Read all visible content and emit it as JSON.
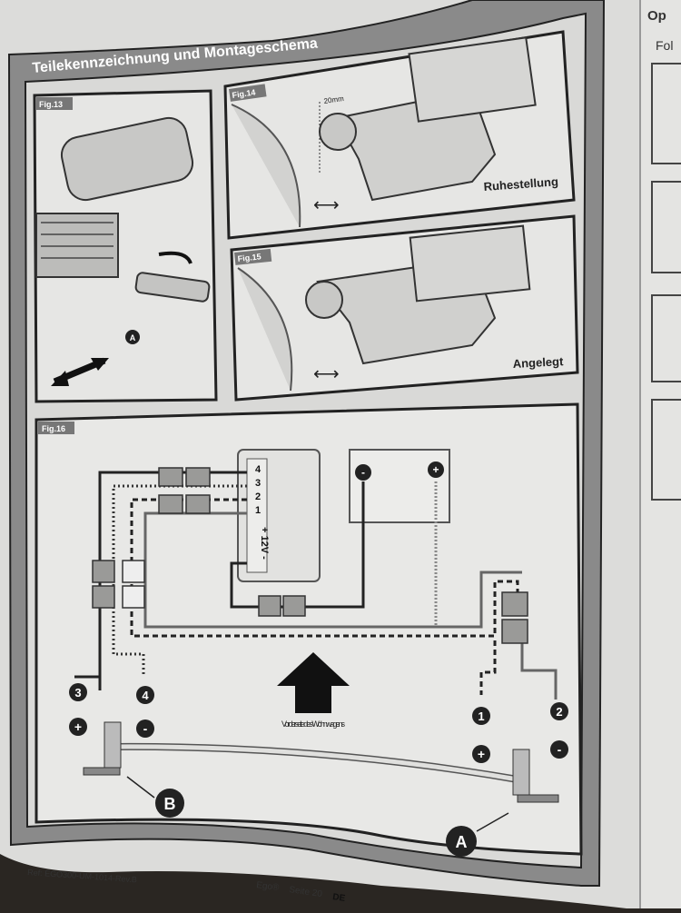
{
  "header": {
    "title": "Teilekennzeichnung und Montageschema"
  },
  "figures": {
    "fig13": {
      "label": "Fig.13",
      "marker": "A"
    },
    "fig14": {
      "label": "Fig.14",
      "dimension": "20mm",
      "caption": "Ruhestellung"
    },
    "fig15": {
      "label": "Fig.15",
      "caption": "Angelegt"
    },
    "fig16": {
      "label": "Fig.16",
      "terminals": [
        "4",
        "3",
        "2",
        "1",
        "+ 12V -"
      ],
      "battery_neg": "-",
      "battery_pos": "+",
      "connectors": [
        {
          "number": "3",
          "polarity": "+"
        },
        {
          "number": "4",
          "polarity": "-"
        },
        {
          "number": "1",
          "polarity": "+"
        },
        {
          "number": "2",
          "polarity": "-"
        }
      ],
      "arrow_caption": "Vorderseite des Wohnwagens",
      "markers": [
        "B",
        "A"
      ]
    }
  },
  "footer": {
    "ref": "Ref: EGO300-UM-1014-Rev.B",
    "brand": "Ego®",
    "page": "Seite 20",
    "lang": "DE"
  },
  "next_page": {
    "title_fragment": "Op",
    "text_fragment": "Fol"
  }
}
